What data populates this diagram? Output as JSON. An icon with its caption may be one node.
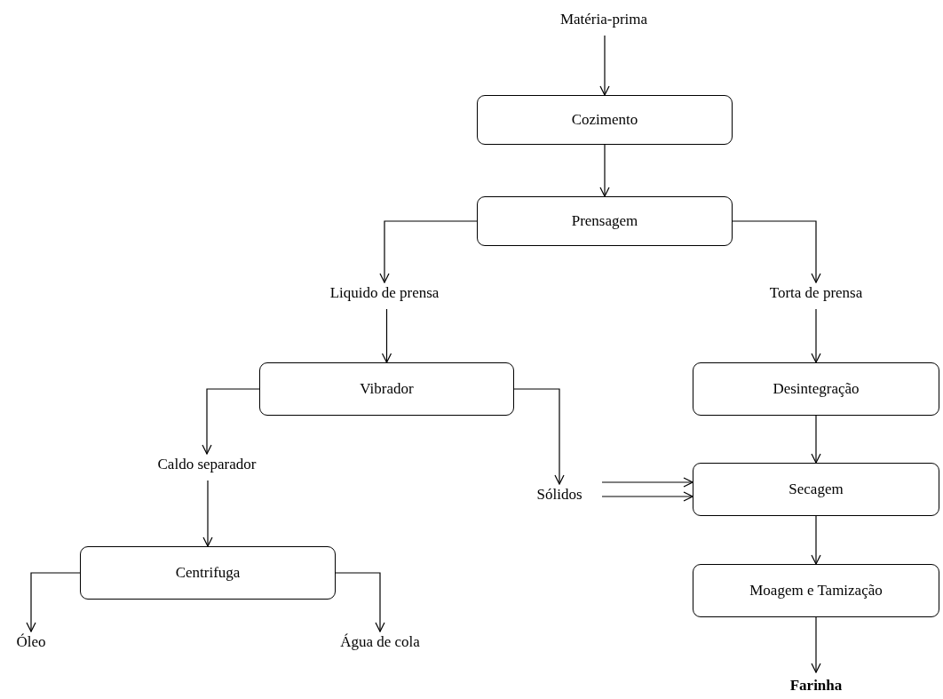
{
  "diagram": {
    "nodes": [
      {
        "text": [
          "Matéria-prima"
        ]
      },
      {
        "text": [
          "Cozimento"
        ]
      },
      {
        "text": [
          "Prensagem"
        ]
      },
      {
        "text": [
          "Liquido de prensa"
        ]
      },
      {
        "text": [
          "Torta de prensa"
        ]
      },
      {
        "text": [
          "Vibrador"
        ]
      },
      {
        "text": [
          "Desintegração"
        ]
      },
      {
        "text": [
          "Caldo separador"
        ]
      },
      {
        "text": [
          "Sólidos"
        ]
      },
      {
        "text": [
          "Secagem"
        ]
      },
      {
        "text": [
          "Centrifuga"
        ]
      },
      {
        "text": [
          "Moagem e Tamização"
        ]
      },
      {
        "text": [
          "Óleo"
        ]
      },
      {
        "text": [
          "Água de cola"
        ]
      },
      {
        "text": [
          "Farinha"
        ]
      }
    ],
    "edges": [
      {
        "from": 0,
        "to": 1,
        "arrow": "to"
      },
      {
        "from": 1,
        "to": 2,
        "arrow": "to"
      },
      {
        "from": 2,
        "to": 3,
        "arrow": "to"
      },
      {
        "from": 2,
        "to": 4,
        "arrow": "to"
      },
      {
        "from": 3,
        "to": 5,
        "arrow": "to"
      },
      {
        "from": 4,
        "to": 6,
        "arrow": "to"
      },
      {
        "from": 5,
        "to": 7,
        "arrow": "to"
      },
      {
        "from": 5,
        "to": 8,
        "arrow": "to"
      },
      {
        "from": 6,
        "to": 9,
        "arrow": "to"
      },
      {
        "from": 8,
        "to": 9,
        "arrow": "to"
      },
      {
        "from": 8,
        "to": 9,
        "arrow": "to"
      },
      {
        "from": 7,
        "to": 10,
        "arrow": "to"
      },
      {
        "from": 9,
        "to": 11,
        "arrow": "to"
      },
      {
        "from": 10,
        "to": 12,
        "arrow": "to"
      },
      {
        "from": 10,
        "to": 13,
        "arrow": "to"
      },
      {
        "from": 11,
        "to": 14,
        "arrow": "to"
      }
    ]
  }
}
